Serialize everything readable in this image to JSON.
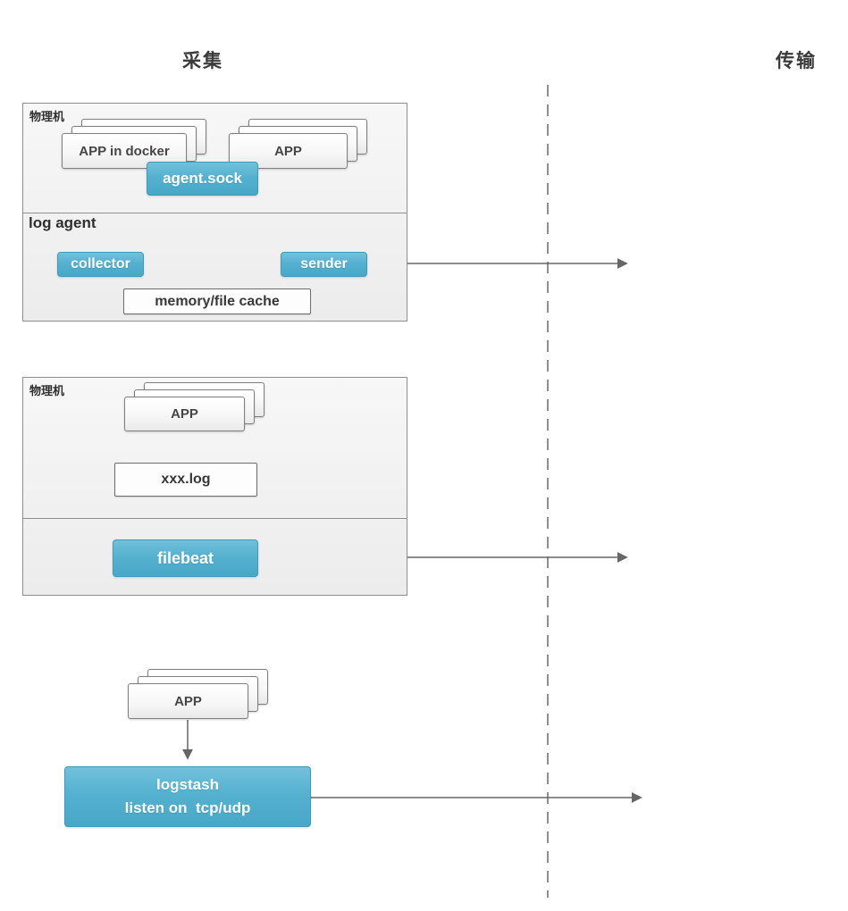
{
  "titles": {
    "collect": "采集",
    "transmit": "传输"
  },
  "colors": {
    "accent_blue": "#4FADCE",
    "box_border": "#8e8e8e",
    "wire": "#6b6b6b",
    "dashed_divider": "#8f8f8f"
  },
  "hosts": {
    "docker_host": {
      "label": "物理机",
      "section2_label": "log agent",
      "app_docker": "APP in docker",
      "app": "APP",
      "agent_sock": "agent.sock",
      "collector": "collector",
      "sender": "sender",
      "cache": "memory/file cache"
    },
    "file_host": {
      "label": "物理机",
      "app": "APP",
      "log_file": "xxx.log",
      "filebeat": "filebeat"
    },
    "syslog_group": {
      "app": "APP",
      "logstash_line1": "logstash",
      "logstash_line2": "listen on  tcp/udp"
    }
  }
}
